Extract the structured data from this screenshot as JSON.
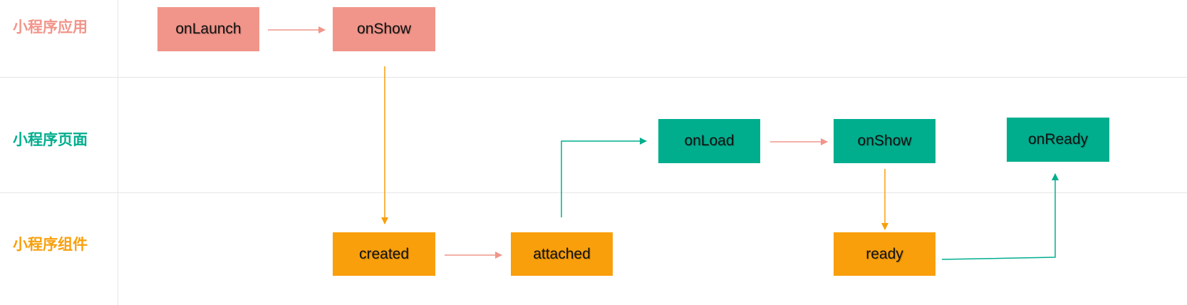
{
  "colors": {
    "app": "#f1958a",
    "page": "#00ae8e",
    "component": "#f99f0b",
    "gridline": "#e6e6e6"
  },
  "lanes": [
    {
      "id": "app",
      "label": "小程序应用"
    },
    {
      "id": "page",
      "label": "小程序页面"
    },
    {
      "id": "component",
      "label": "小程序组件"
    }
  ],
  "nodes": {
    "app_onlaunch": {
      "label": "onLaunch",
      "lane": "app"
    },
    "app_onshow": {
      "label": "onShow",
      "lane": "app"
    },
    "page_onload": {
      "label": "onLoad",
      "lane": "page"
    },
    "page_onshow": {
      "label": "onShow",
      "lane": "page"
    },
    "page_onready": {
      "label": "onReady",
      "lane": "page"
    },
    "comp_created": {
      "label": "created",
      "lane": "component"
    },
    "comp_attached": {
      "label": "attached",
      "lane": "component"
    },
    "comp_ready": {
      "label": "ready",
      "lane": "component"
    }
  },
  "edges": [
    {
      "from": "app_onlaunch",
      "to": "app_onshow",
      "color": "#f1958a"
    },
    {
      "from": "app_onshow",
      "to": "comp_created",
      "color": "#f99f0b"
    },
    {
      "from": "comp_created",
      "to": "comp_attached",
      "color": "#f1958a"
    },
    {
      "from": "comp_attached",
      "to": "page_onload",
      "color": "#00ae8e"
    },
    {
      "from": "page_onload",
      "to": "page_onshow",
      "color": "#f1958a"
    },
    {
      "from": "page_onshow",
      "to": "comp_ready",
      "color": "#f99f0b"
    },
    {
      "from": "comp_ready",
      "to": "page_onready",
      "color": "#00ae8e"
    }
  ]
}
